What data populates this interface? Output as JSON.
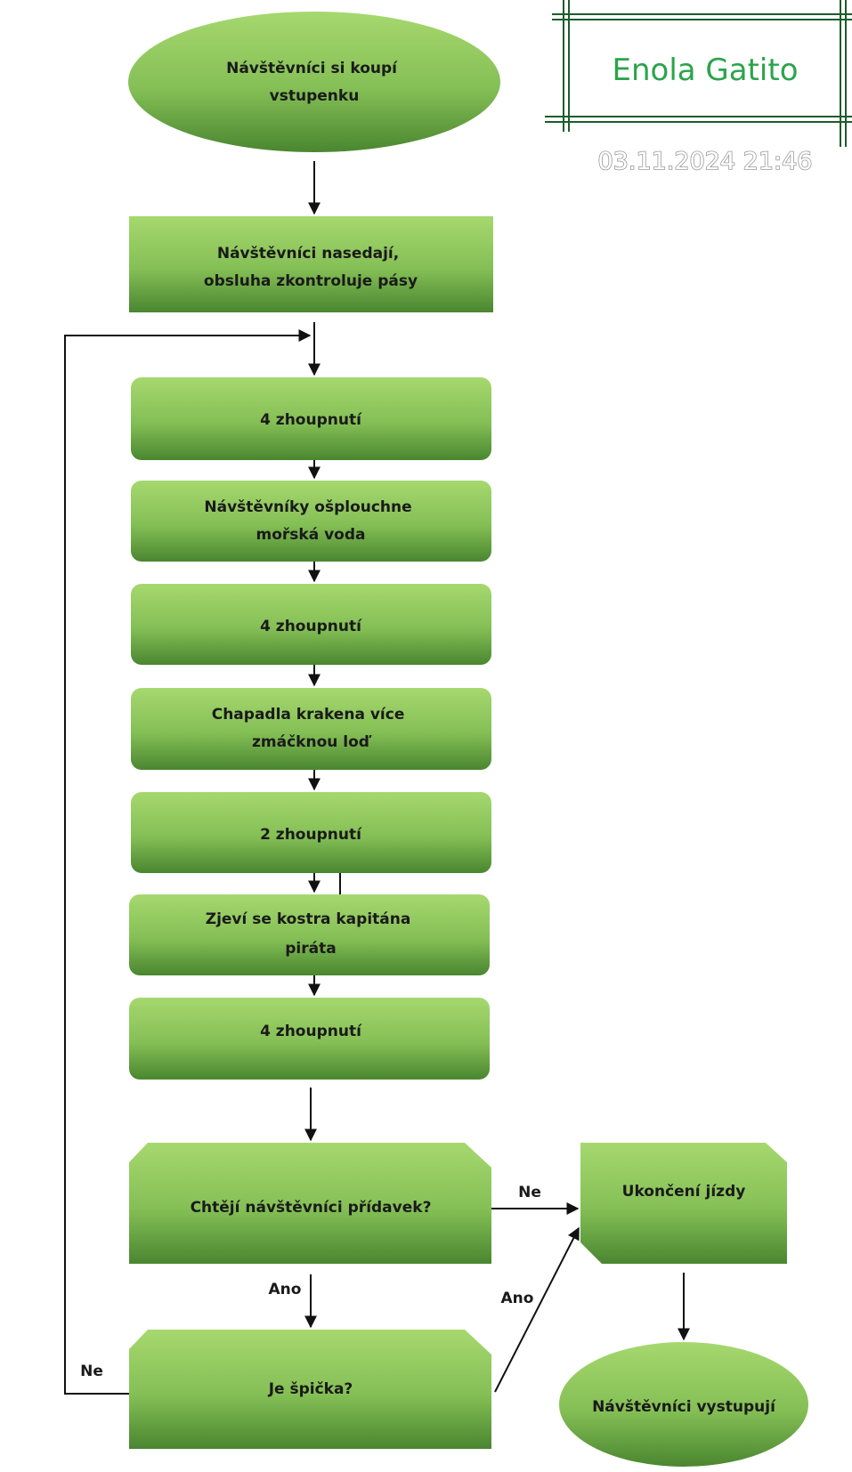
{
  "colors": {
    "node_light": "#9fd46a",
    "node_dark": "#4e8a2f",
    "line": "#111111",
    "stamp_green": "#2ba44b",
    "stamp_frame": "#1d5c2b"
  },
  "stamp": {
    "name": "Enola Gatito",
    "datetime": "03.11.2024 21:46"
  },
  "nodes": {
    "start": {
      "lines": [
        "Návštěvníci si koupí",
        "vstupenku"
      ]
    },
    "board": {
      "lines": [
        "Návštěvníci nasedají,",
        "obsluha zkontroluje pásy"
      ]
    },
    "swing1": {
      "lines": [
        "4 zhoupnutí"
      ]
    },
    "splash": {
      "lines": [
        "Návštěvníky ošplouchne",
        "mořská voda"
      ]
    },
    "swing2": {
      "lines": [
        "4 zhoupnutí"
      ]
    },
    "kraken": {
      "lines": [
        "Chapadla krakena více",
        "zmáčknou loď"
      ]
    },
    "swing3": {
      "lines": [
        "2 zhoupnutí"
      ]
    },
    "skeleton": {
      "lines": [
        "Zjeví se kostra kapitána",
        "piráta"
      ]
    },
    "swing4": {
      "lines": [
        "4 zhoupnutí"
      ]
    },
    "encore": {
      "lines": [
        "Chtějí návštěvníci přídavek?"
      ]
    },
    "peak": {
      "lines": [
        "Je špička?"
      ]
    },
    "end_ride": {
      "lines": [
        "Ukončení jízdy"
      ]
    },
    "exit": {
      "lines": [
        "Návštěvníci vystupují"
      ]
    }
  },
  "edge_labels": {
    "encore_no": "Ne",
    "encore_yes": "Ano",
    "peak_yes": "Ano",
    "peak_no": "Ne"
  }
}
